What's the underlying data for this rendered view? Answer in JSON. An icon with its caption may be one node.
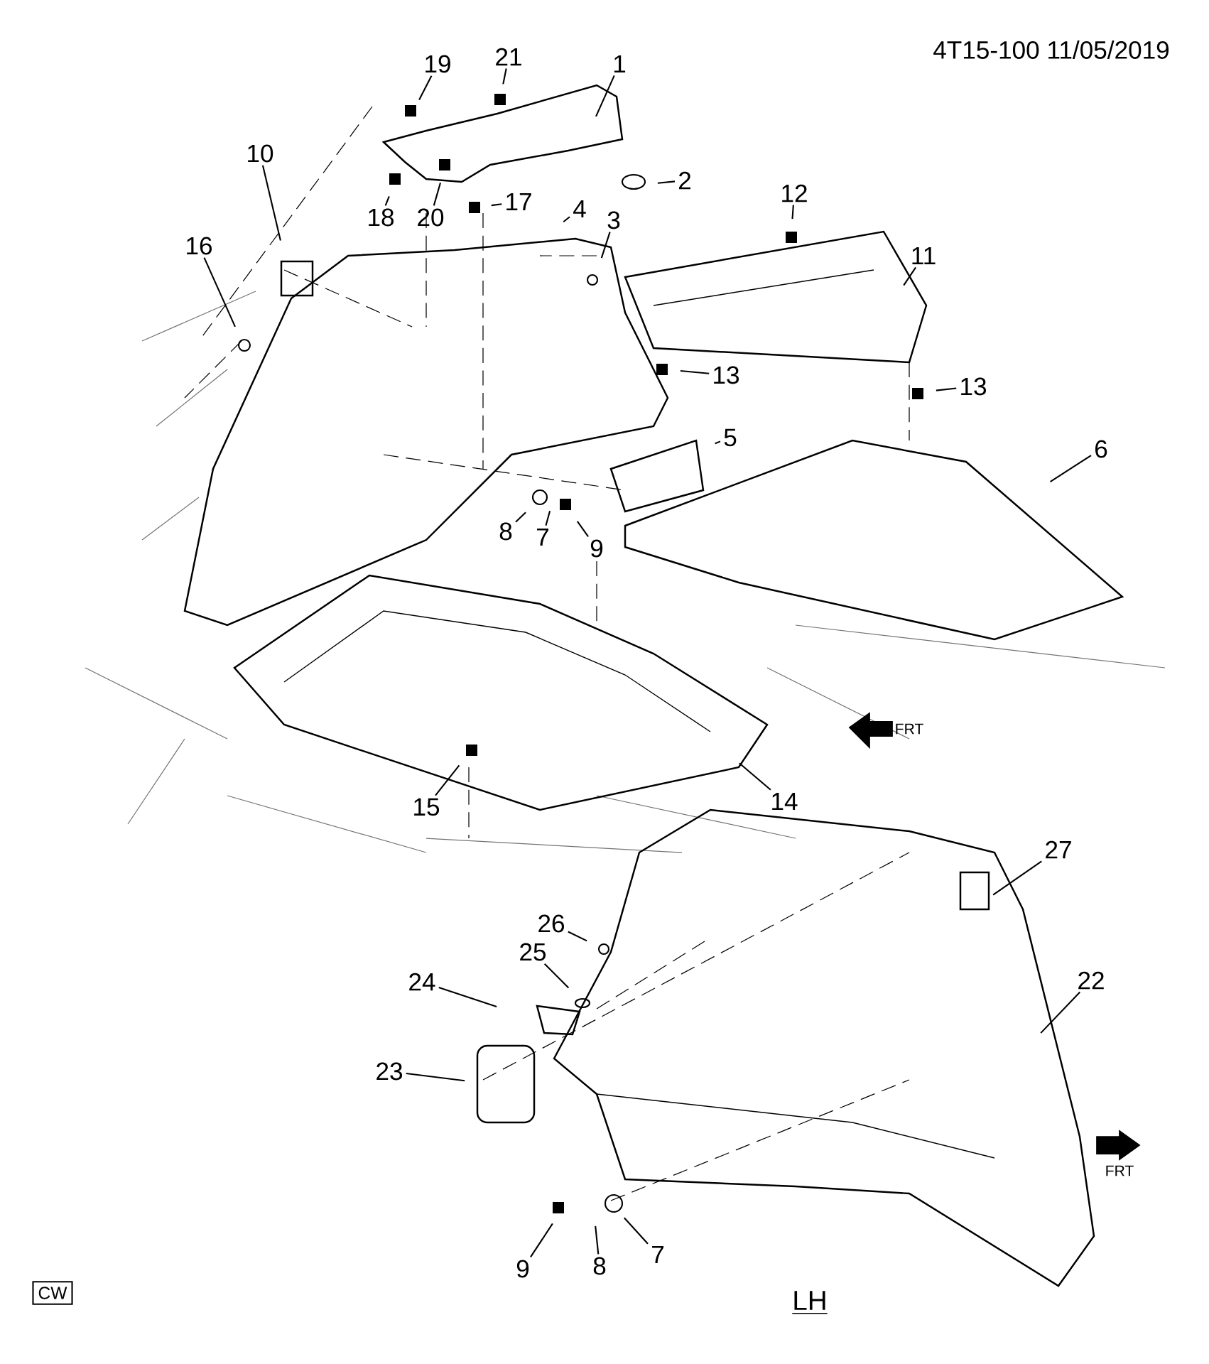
{
  "diagram": {
    "nodes": [
      {
        "text": [
          "1"
        ]
      },
      {
        "text": [
          "2"
        ]
      },
      {
        "text": [
          "3"
        ]
      },
      {
        "text": [
          "4"
        ]
      },
      {
        "text": [
          "5"
        ]
      },
      {
        "text": [
          "6"
        ]
      },
      {
        "text": [
          "7"
        ]
      },
      {
        "text": [
          "8"
        ]
      },
      {
        "text": [
          "9"
        ]
      },
      {
        "text": [
          "10"
        ]
      },
      {
        "text": [
          "11"
        ]
      },
      {
        "text": [
          "12"
        ]
      },
      {
        "text": [
          "13"
        ]
      },
      {
        "text": [
          "14"
        ]
      },
      {
        "text": [
          "15"
        ]
      },
      {
        "text": [
          "16"
        ]
      },
      {
        "text": [
          "17"
        ]
      },
      {
        "text": [
          "18"
        ]
      },
      {
        "text": [
          "19"
        ]
      },
      {
        "text": [
          "20"
        ]
      },
      {
        "text": [
          "21"
        ]
      },
      {
        "text": [
          "22"
        ]
      },
      {
        "text": [
          "23"
        ]
      },
      {
        "text": [
          "24"
        ]
      },
      {
        "text": [
          "25"
        ]
      },
      {
        "text": [
          "26"
        ]
      },
      {
        "text": [
          "27"
        ]
      },
      {
        "text": [
          "13"
        ]
      },
      {
        "text": [
          "9"
        ]
      },
      {
        "text": [
          "8"
        ]
      },
      {
        "text": [
          "7"
        ]
      }
    ],
    "edges": [
      {
        "from": 0,
        "to": null,
        "arrow": "none"
      },
      {
        "from": 1,
        "to": null,
        "arrow": "none"
      },
      {
        "from": 2,
        "to": null,
        "arrow": "none"
      },
      {
        "from": 3,
        "to": null,
        "arrow": "none"
      },
      {
        "from": 4,
        "to": null,
        "arrow": "none"
      },
      {
        "from": 5,
        "to": null,
        "arrow": "none"
      },
      {
        "from": 6,
        "to": null,
        "arrow": "none"
      },
      {
        "from": 7,
        "to": null,
        "arrow": "none"
      },
      {
        "from": 8,
        "to": null,
        "arrow": "none"
      },
      {
        "from": 9,
        "to": null,
        "arrow": "none"
      },
      {
        "from": 10,
        "to": null,
        "arrow": "none"
      },
      {
        "from": 11,
        "to": null,
        "arrow": "none"
      },
      {
        "from": 12,
        "to": null,
        "arrow": "none"
      },
      {
        "from": 13,
        "to": null,
        "arrow": "none"
      },
      {
        "from": 14,
        "to": null,
        "arrow": "none"
      },
      {
        "from": 15,
        "to": null,
        "arrow": "none"
      },
      {
        "from": 16,
        "to": null,
        "arrow": "none"
      },
      {
        "from": 17,
        "to": null,
        "arrow": "none"
      },
      {
        "from": 18,
        "to": null,
        "arrow": "none"
      },
      {
        "from": 19,
        "to": null,
        "arrow": "none"
      },
      {
        "from": 20,
        "to": null,
        "arrow": "none"
      },
      {
        "from": 21,
        "to": null,
        "arrow": "none"
      },
      {
        "from": 22,
        "to": null,
        "arrow": "none"
      },
      {
        "from": 23,
        "to": null,
        "arrow": "none"
      },
      {
        "from": 24,
        "to": null,
        "arrow": "none"
      },
      {
        "from": 25,
        "to": null,
        "arrow": "none"
      },
      {
        "from": 26,
        "to": null,
        "arrow": "none"
      },
      {
        "from": 27,
        "to": null,
        "arrow": "none"
      },
      {
        "from": 28,
        "to": null,
        "arrow": "none"
      },
      {
        "from": 29,
        "to": null,
        "arrow": "none"
      },
      {
        "from": 30,
        "to": null,
        "arrow": "none"
      }
    ],
    "labels": [
      "4T15-100 11/05/2019",
      "FRT",
      "CW",
      "FRT",
      "LH"
    ]
  }
}
